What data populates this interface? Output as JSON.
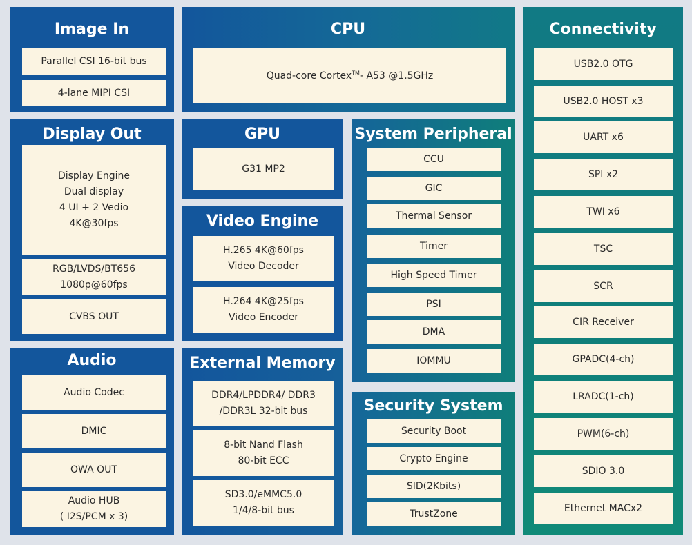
{
  "colors": {
    "background": "#dfe3ea",
    "panel_blue": "#13569c",
    "panel_teal": "#0f7e7a",
    "box_fill": "#fbf4e2",
    "text_dark": "#2b2b2b"
  },
  "image_in": {
    "title": "Image In",
    "items": [
      "Parallel CSI 16-bit bus",
      "4-lane MIPI CSI"
    ]
  },
  "cpu": {
    "title": "CPU",
    "item_prefix": "Quad-core Cortex",
    "item_sup": "TM",
    "item_suffix": "- A53 @1.5GHz"
  },
  "connectivity": {
    "title": "Connectivity",
    "items": [
      "USB2.0 OTG",
      "USB2.0 HOST x3",
      "UART x6",
      "SPI x2",
      "TWI x6",
      "TSC",
      "SCR",
      "CIR Receiver",
      "GPADC(4-ch)",
      "LRADC(1-ch)",
      "PWM(6-ch)",
      "SDIO 3.0",
      "Ethernet MACx2"
    ]
  },
  "display_out": {
    "title": "Display Out",
    "engine_lines": [
      "Display Engine",
      "Dual display",
      "4 UI  + 2 Vedio",
      "4K@30fps"
    ],
    "rgb_lines": [
      "RGB/LVDS/BT656",
      "1080p@60fps"
    ],
    "cvbs": "CVBS OUT"
  },
  "gpu": {
    "title": "GPU",
    "item": "G31 MP2"
  },
  "system_peripheral": {
    "title": "System Peripheral",
    "items": [
      "CCU",
      "GIC",
      "Thermal Sensor",
      "Timer",
      "High Speed Timer",
      "PSI",
      "DMA",
      "IOMMU"
    ]
  },
  "video_engine": {
    "title": "Video Engine",
    "decoder_lines": [
      "H.265 4K@60fps",
      "Video Decoder"
    ],
    "encoder_lines": [
      "H.264 4K@25fps",
      "Video Encoder"
    ]
  },
  "audio": {
    "title": "Audio",
    "codec": "Audio Codec",
    "dmic": "DMIC",
    "owa": "OWA OUT",
    "hub_lines": [
      "Audio HUB",
      "( I2S/PCM x 3)"
    ]
  },
  "external_memory": {
    "title": "External Memory",
    "ddr_lines": [
      "DDR4/LPDDR4/ DDR3",
      "/DDR3L 32-bit bus"
    ],
    "nand_lines": [
      "8-bit Nand Flash",
      "80-bit ECC"
    ],
    "sd_lines": [
      "SD3.0/eMMC5.0",
      "1/4/8-bit bus"
    ]
  },
  "security_system": {
    "title": "Security System",
    "items": [
      "Security Boot",
      "Crypto Engine",
      "SID(2Kbits)",
      "TrustZone"
    ]
  }
}
